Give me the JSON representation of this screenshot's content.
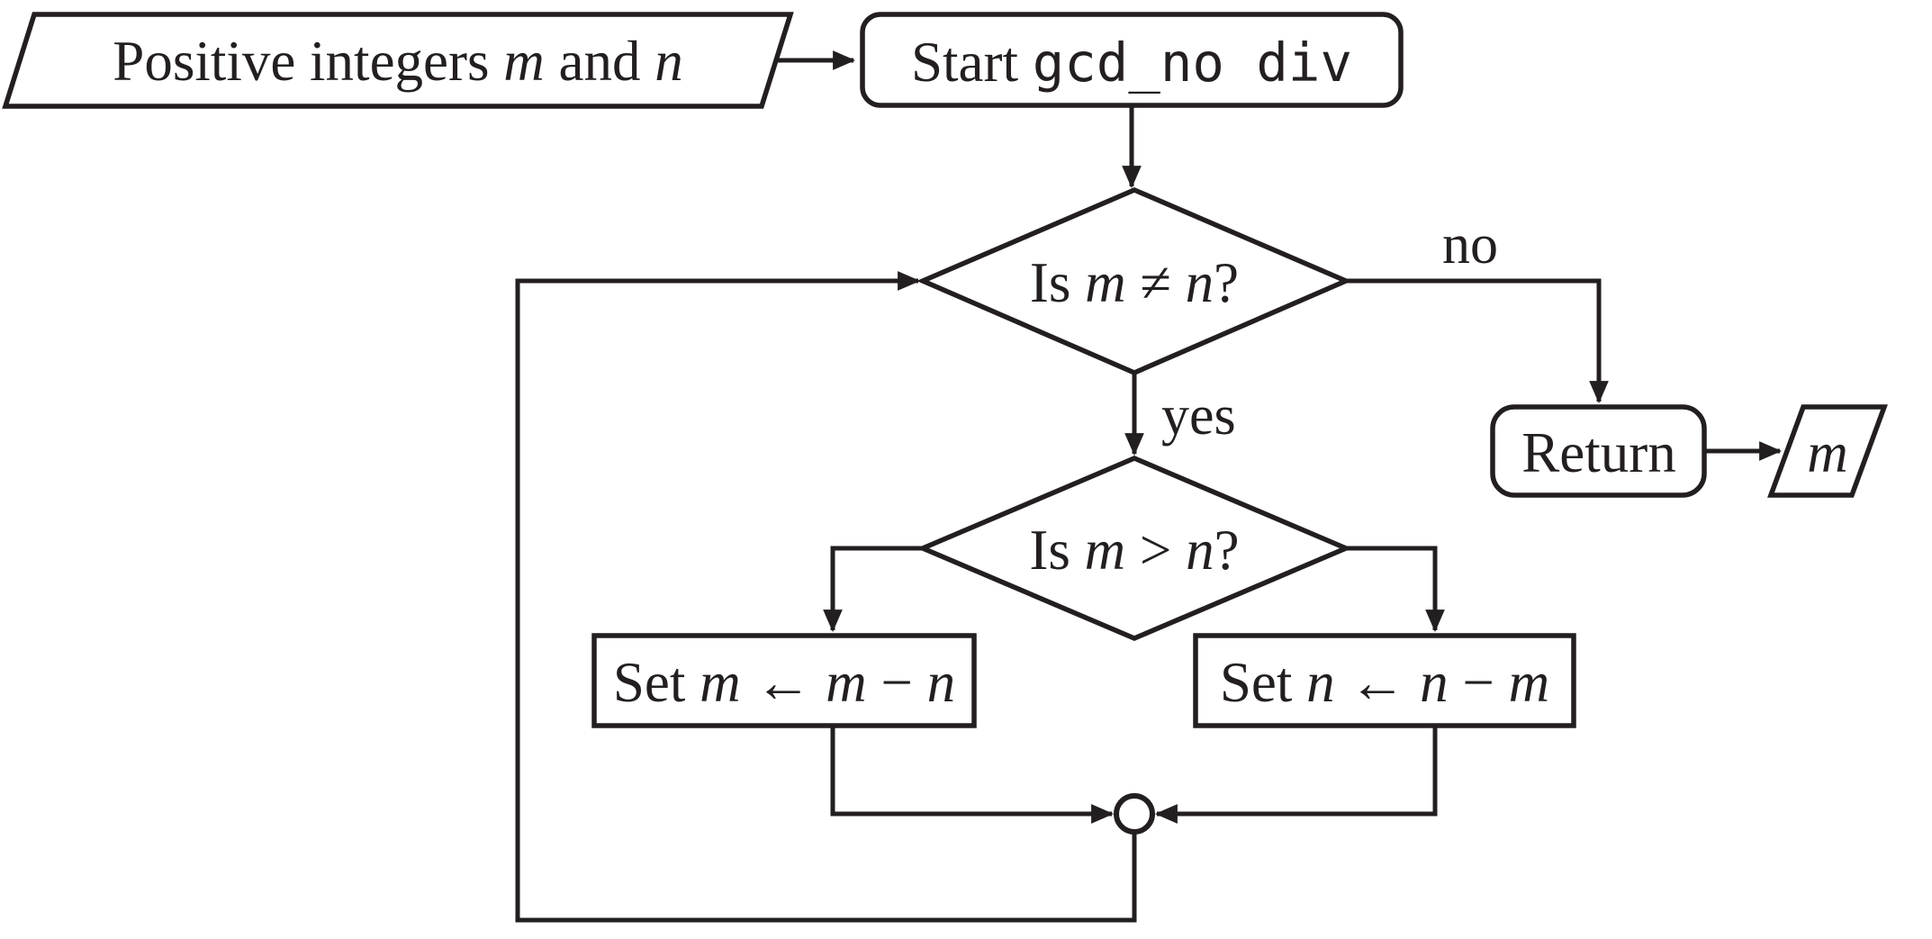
{
  "flowchart": {
    "colors": {
      "ink": "#231f20",
      "background": "#ffffff"
    },
    "input_node": {
      "parts": [
        "Positive integers ",
        "m",
        " and ",
        "n"
      ]
    },
    "start_node": {
      "prefix": "Start ",
      "code": "gcd_no div"
    },
    "decision_mn": {
      "parts": [
        "Is ",
        "m",
        " ≠ ",
        "n",
        "?"
      ]
    },
    "branch_no": {
      "label": "no"
    },
    "branch_yes": {
      "label": "yes"
    },
    "return_node": {
      "label": "Return"
    },
    "output_node": {
      "value": "m"
    },
    "decision_gt": {
      "parts": [
        "Is ",
        "m",
        " > ",
        "n",
        "?"
      ]
    },
    "assign_m": {
      "parts": [
        "Set ",
        "m",
        " ← ",
        "m",
        " − ",
        "n"
      ]
    },
    "assign_n": {
      "parts": [
        "Set ",
        "n",
        " ← ",
        "n",
        " − ",
        "m"
      ]
    }
  }
}
